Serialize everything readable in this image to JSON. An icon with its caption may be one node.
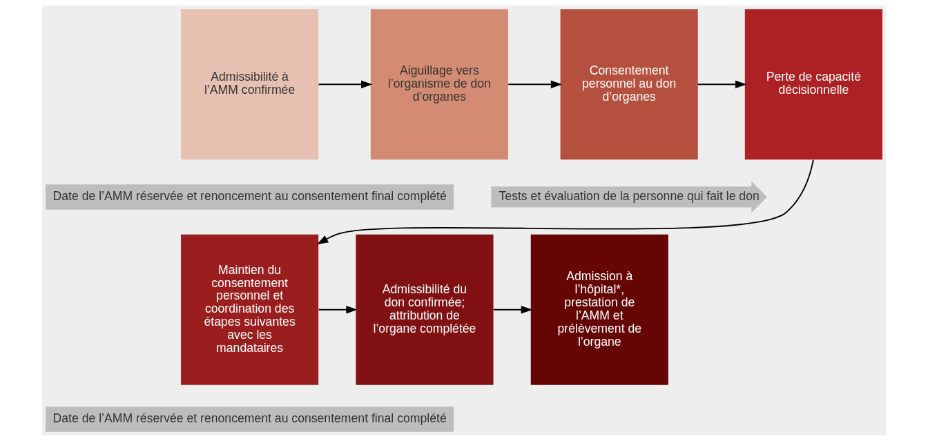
{
  "diagram": {
    "nodes": [
      {
        "text": [
          "Admissibilité à l’AMM confirmée"
        ]
      },
      {
        "text": [
          "Aiguillage vers l’organisme de don d’organes"
        ]
      },
      {
        "text": [
          "Consentement personnel au don d’organes"
        ]
      },
      {
        "text": [
          "Perte de capacité décisionnelle"
        ]
      },
      {
        "text": [
          "Date de l’AMM réservée et renoncement au consentement final complété"
        ]
      },
      {
        "text": [
          "Tests et évaluation de la personne qui fait le don"
        ]
      },
      {
        "text": [
          "Maintien du consentement personnel et coordination des étapes suivantes avec les mandataires"
        ]
      },
      {
        "text": [
          "Admissibilité du don confirmée; attribution de l’organe complétée"
        ]
      },
      {
        "text": [
          "Admission à l’hôpital*, prestation de l’AMM et prélèvement de l’organe"
        ]
      },
      {
        "text": [
          "Date de l’AMM réservée et renoncement au consentement final complété"
        ]
      }
    ],
    "edges": [
      {
        "from": 0,
        "to": 1,
        "arrow": "to"
      },
      {
        "from": 1,
        "to": 2,
        "arrow": "to"
      },
      {
        "from": 2,
        "to": 3,
        "arrow": "to"
      },
      {
        "from": 3,
        "to": 6,
        "arrow": "to"
      },
      {
        "from": 6,
        "to": 7,
        "arrow": "to"
      },
      {
        "from": 7,
        "to": 8,
        "arrow": "to"
      }
    ]
  }
}
